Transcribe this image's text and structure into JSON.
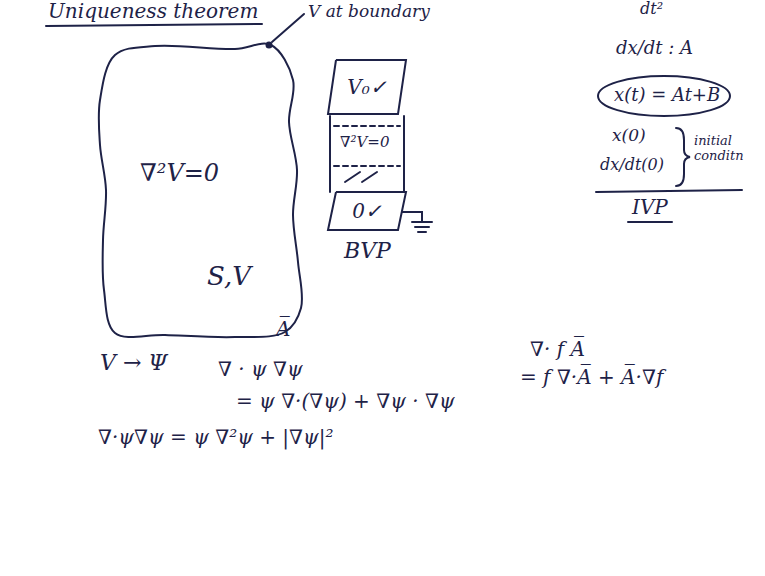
{
  "diagram": {
    "title": "Uniqueness theorem",
    "nodes": [
      {
        "text": [
          "∇²V=0",
          "S,V"
        ]
      },
      {
        "text": [
          "V₀✓"
        ]
      },
      {
        "text": [
          "0✓"
        ]
      }
    ],
    "labels": [
      "V at boundary",
      "∇²V=0",
      "BVP",
      "dt²",
      "dx/dt : A",
      "x(t) = At+B",
      "x(0)",
      "dx/dt(0)",
      "initial conditn",
      "IVP",
      "V → Ψ",
      "A̅",
      "∇ · ψ ∇ψ",
      "= ψ ∇·(∇ψ) + ∇ψ · ∇ψ",
      "∇·ψ∇ψ = ψ ∇²ψ + |∇ψ|²",
      "∇· f A̅",
      "= f ∇·A̅ + A̅·∇f"
    ]
  }
}
